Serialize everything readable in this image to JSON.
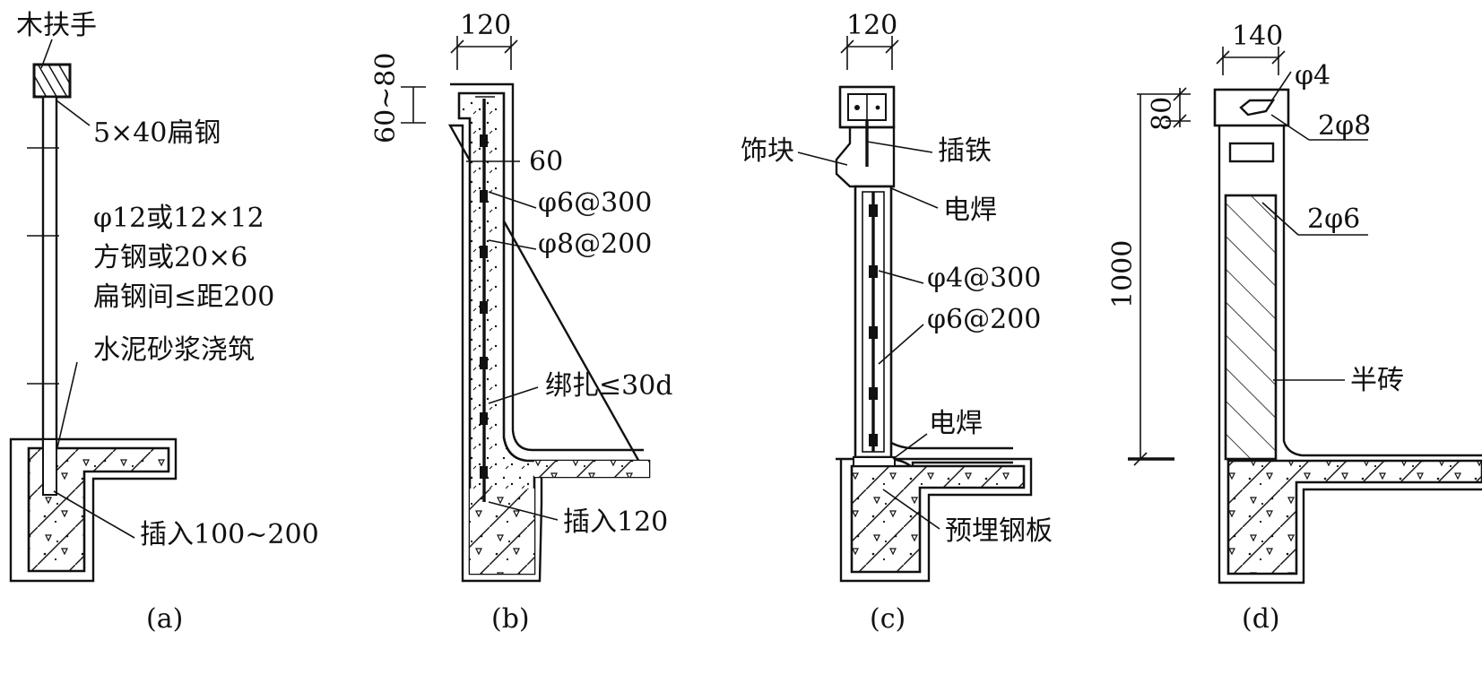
{
  "panels": {
    "a": {
      "caption": "(a)",
      "labels": {
        "handrail": "木扶手",
        "flat_steel": "5×40扁钢",
        "bars_line1": "φ12或12×12",
        "bars_line2": "方钢或20×6",
        "bars_line3": "扁钢间≤距200",
        "mortar": "水泥砂浆浇筑",
        "insert": "插入100~200"
      }
    },
    "b": {
      "caption": "(b)",
      "labels": {
        "width": "120",
        "cap_height": "60~80",
        "cover": "60",
        "rebar_1": "φ6@300",
        "rebar_2": "φ8@200",
        "tie": "绑扎≤30d",
        "insert": "插入120"
      }
    },
    "c": {
      "caption": "(c)",
      "labels": {
        "width": "120",
        "block": "饰块",
        "insert_iron": "插铁",
        "weld_top": "电焊",
        "rebar_1": "φ4@300",
        "rebar_2": "φ6@200",
        "weld_bottom": "电焊",
        "embedded_plate": "预埋钢板"
      }
    },
    "d": {
      "caption": "(d)",
      "labels": {
        "width": "140",
        "bar_top": "φ4",
        "cap_height": "80",
        "bars_cap": "2φ8",
        "bars_wall": "2φ6",
        "height": "1000",
        "half_brick": "半砖"
      }
    }
  }
}
